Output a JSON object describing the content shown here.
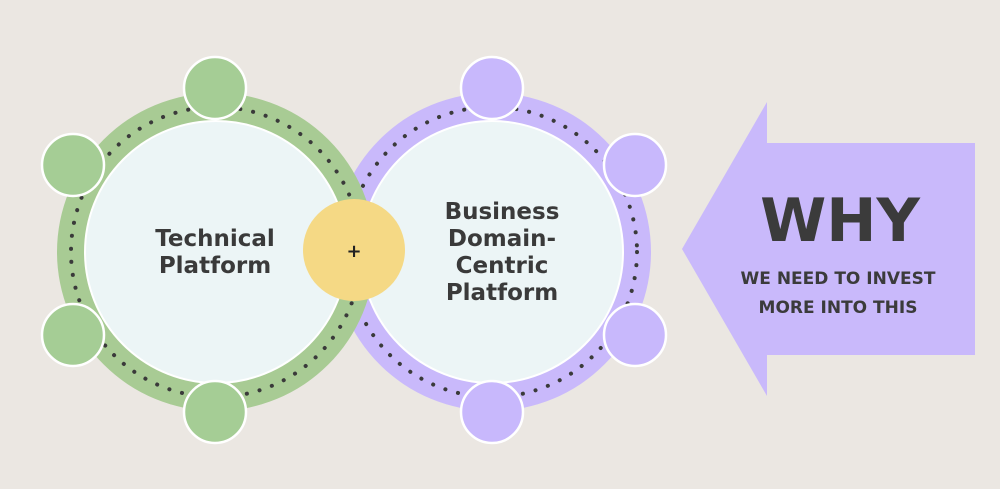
{
  "colors": {
    "background": "#ebe7e2",
    "technical_ring": "#a8cb94",
    "technical_node": "#a5cd95",
    "business_ring": "#c9b9fb",
    "business_node": "#c8b8fc",
    "inner_fill": "#ecf5f6",
    "join_node": "#f5d985",
    "arrow": "#c9b9fb",
    "dots": "#3a3a3a",
    "text": "#3a3a3a"
  },
  "technical_platform": {
    "label_lines": [
      "Technical",
      "Platform"
    ]
  },
  "business_platform": {
    "label_lines": [
      "Business",
      "Domain-",
      "Centric",
      "Platform"
    ]
  },
  "join_node": {
    "label": "+"
  },
  "why_callout": {
    "title": "WHY",
    "subtitle_lines": [
      "WE NEED TO INVEST",
      "MORE INTO THIS"
    ]
  }
}
